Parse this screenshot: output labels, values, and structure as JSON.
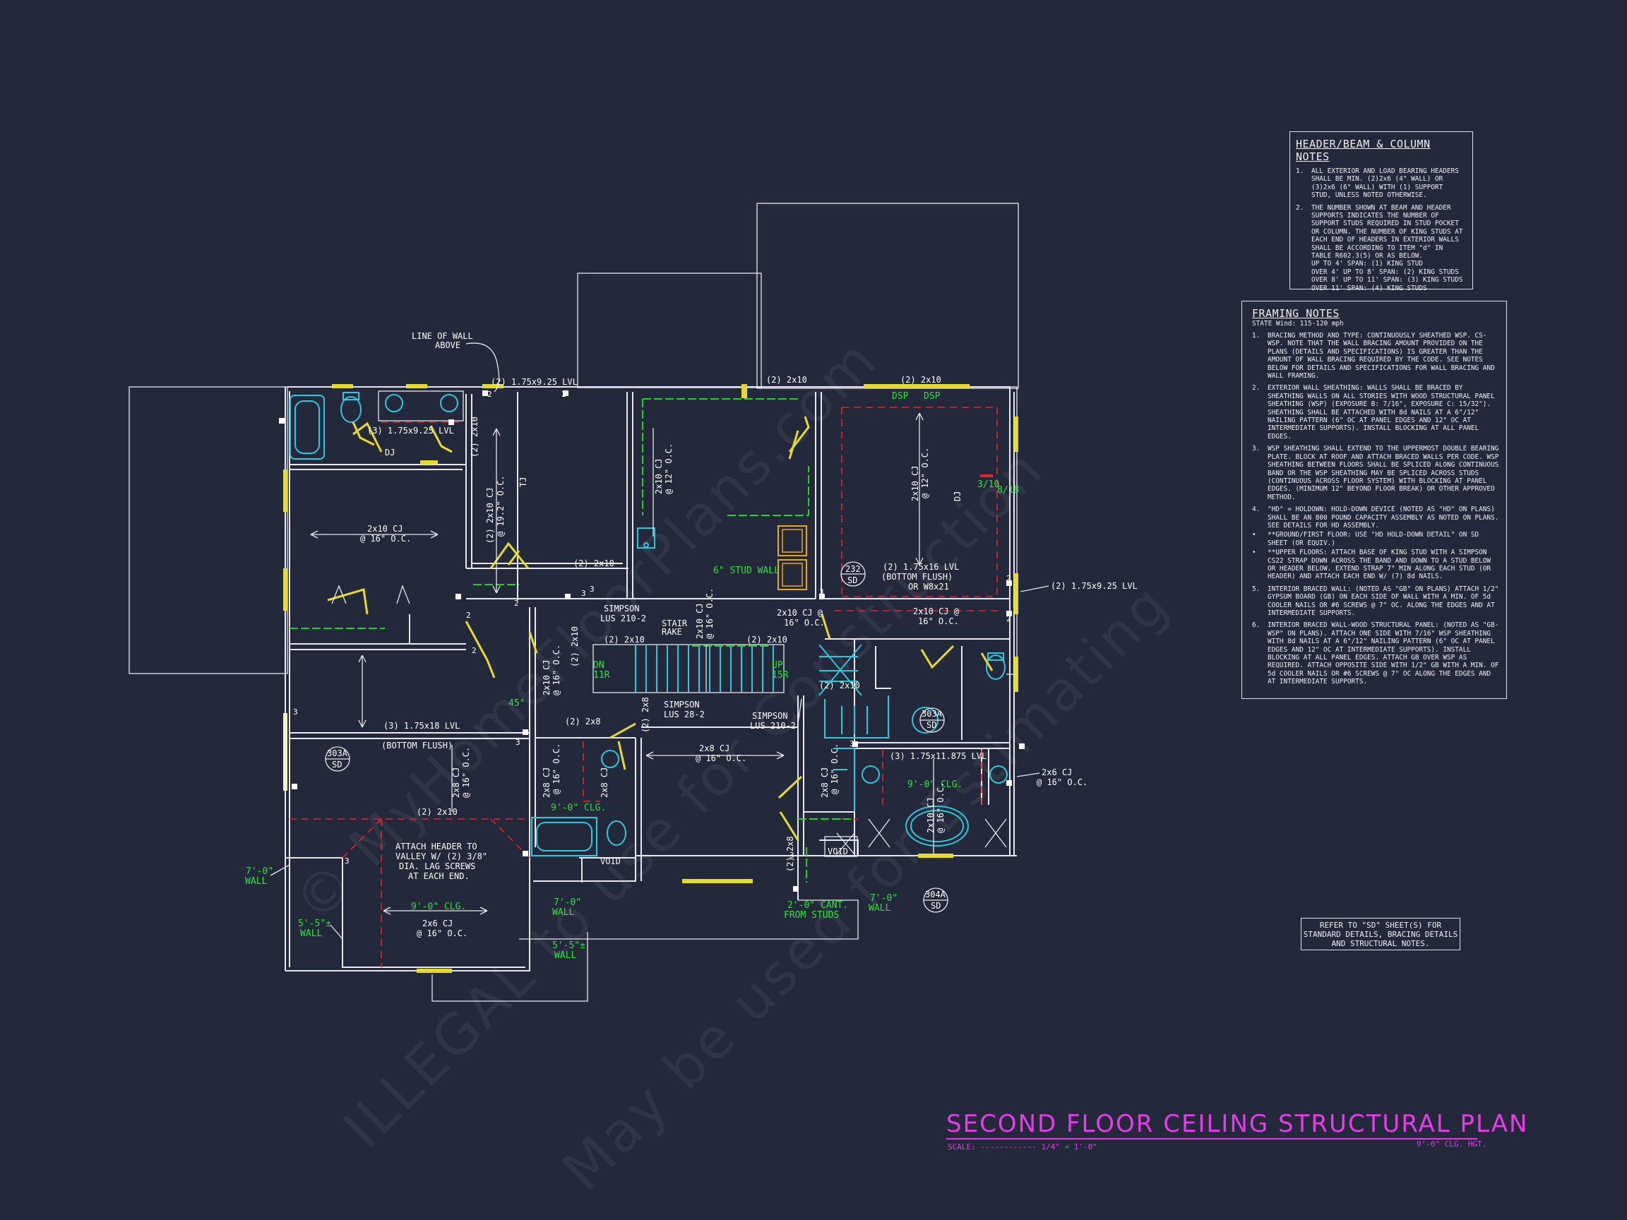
{
  "watermark": {
    "line1": "© MyHomeFloorPlans.com",
    "line2": "ILLEGAL to use for Construction",
    "line3": "May be used for Estimating"
  },
  "header_notes": {
    "title": "HEADER/BEAM & COLUMN NOTES",
    "items": [
      {
        "num": "1.",
        "text": "ALL EXTERIOR AND LOAD BEARING HEADERS SHALL BE MIN. (2)2x6 (4\" WALL) OR (3)2x6 (6\" WALL) WITH (1) SUPPORT STUD, UNLESS NOTED OTHERWISE."
      },
      {
        "num": "2.",
        "text": "THE NUMBER SHOWN AT BEAM AND HEADER SUPPORTS INDICATES THE NUMBER OF SUPPORT STUDS REQUIRED IN STUD POCKET OR COLUMN. THE NUMBER OF KING STUDS AT EACH END OF HEADERS IN EXTERIOR WALLS SHALL BE ACCORDING TO ITEM \"d\" IN TABLE R602.3(5) OR AS BELOW."
      }
    ],
    "sub_items": [
      "UP TO 4' SPAN: (1) KING STUD",
      "OVER 4' UP TO 8' SPAN: (2) KING STUDS",
      "OVER 8' UP TO 11' SPAN: (3) KING STUDS",
      "OVER 11' SPAN: (4) KING STUDS"
    ]
  },
  "framing_notes": {
    "title": "FRAMING NOTES",
    "subtitle": "STATE Wind: 115-120 mph",
    "items": [
      {
        "num": "1.",
        "text": "BRACING METHOD AND TYPE: CONTINUOUSLY SHEATHED WSP. CS-WSP. NOTE THAT THE WALL BRACING AMOUNT PROVIDED ON THE PLANS (DETAILS AND SPECIFICATIONS) IS GREATER THAN THE AMOUNT OF WALL BRACING REQUIRED BY THE CODE. SEE NOTES BELOW FOR DETAILS AND SPECIFICATIONS FOR WALL BRACING AND WALL FRAMING."
      },
      {
        "num": "2.",
        "text": "EXTERIOR WALL SHEATHING: WALLS SHALL BE BRACED BY SHEATHING WALLS ON ALL STORIES WITH WOOD STRUCTURAL PANEL SHEATHING (WSP) (EXPOSURE B: 7/16\", EXPOSURE C: 15/32\"). SHEATHING SHALL BE ATTACHED WITH 8d NAILS AT A 6\"/12\" NAILING PATTERN (6\" OC AT PANEL EDGES AND 12\" OC AT INTERMEDIATE SUPPORTS). INSTALL BLOCKING AT ALL PANEL EDGES."
      },
      {
        "num": "3.",
        "text": "WSP SHEATHING SHALL EXTEND TO THE UPPERMOST DOUBLE BEARING PLATE. BLOCK AT ROOF AND ATTACH BRACED WALLS PER CODE. WSP SHEATHING BETWEEN FLOORS SHALL BE SPLICED ALONG CONTINUOUS BAND OR THE WSP SHEATHING MAY BE SPLICED ACROSS STUDS (CONTINUOUS ACROSS FLOOR SYSTEM) WITH BLOCKING AT PANEL EDGES. (MINIMUM 12\" BEYOND FLOOR BREAK) OR OTHER APPROVED METHOD."
      },
      {
        "num": "4.",
        "text": "\"HD\" = HOLDOWN: HOLD-DOWN DEVICE (NOTED AS \"HD\" ON PLANS) SHALL BE AN 800 POUND CAPACITY ASSEMBLY AS NOTED ON PLANS. SEE DETAILS FOR HD ASSEMBLY."
      },
      {
        "num": "•",
        "text": "**GROUND/FIRST FLOOR: USE \"HD HOLD-DOWN DETAIL\" ON SD SHEET (OR EQUIV.)"
      },
      {
        "num": "•",
        "text": "**UPPER FLOORS: ATTACH BASE OF KING STUD WITH A SIMPSON CS22 STRAP DOWN ACROSS THE BAND AND DOWN TO A STUD BELOW OR HEADER BELOW. EXTEND STRAP 7\" MIN ALONG EACH STUD (OR HEADER) AND ATTACH EACH END W/ (7) 8d NAILS."
      },
      {
        "num": "5.",
        "text": "INTERIOR BRACED WALL: (NOTED AS \"GB\" ON PLANS) ATTACH 1/2\" GYPSUM BOARD (GB) ON EACH SIDE OF WALL WITH A MIN. OF 5d COOLER NAILS OR #6 SCREWS @ 7\" OC. ALONG THE EDGES AND AT INTERMEDIATE SUPPORTS."
      },
      {
        "num": "6.",
        "text": "INTERIOR BRACED WALL-WOOD STRUCTURAL PANEL: (NOTED AS \"GB-WSP\" ON PLANS). ATTACH ONE SIDE WITH 7/16\" WSP SHEATHING WITH 8d NAILS AT A 6\"/12\" NAILING PATTERN (6\" OC AT PANEL EDGES AND 12\" OC AT INTERMEDIATE SUPPORTS). INSTALL BLOCKING AT ALL PANEL EDGES. ATTACH GB OVER WSP AS REQUIRED. ATTACH OPPOSITE SIDE WITH 1/2\" GB WITH A MIN. OF 5d COOLER NAILS OR #6 SCREWS @ 7\" OC ALONG THE EDGES AND AT INTERMEDIATE SUPPORTS."
      }
    ]
  },
  "refer_note": "REFER TO \"SD\" SHEET(S) FOR STANDARD DETAILS, BRACING DETAILS AND STRUCTURAL NOTES.",
  "title_block": {
    "title": "SECOND FLOOR CEILING STRUCTURAL PLAN",
    "scale": "SCALE: ------------ 1/4\" = 1'-0\"",
    "clg_hgt": "9'-0\" CLG. HGT."
  },
  "plan_labels": {
    "line_of_wall": "LINE OF WALL",
    "above": "ABOVE",
    "lvl_top": "(2) 1.75x9.25 LVL",
    "hdr_2x10_a": "(2) 2x10",
    "hdr_2x10_b": "(2) 2x10",
    "dsp1": "DSP",
    "dsp2": "DSP",
    "lvl_bath": "(3) 1.75x9.25 LVL",
    "dj1": "DJ",
    "hdr_2x10_vert": "(2) 2x10",
    "cj_vert_a": "(2) 2x10 CJ",
    "cj_vert_a2": "@ 19.2\" O.C.",
    "tj": "TJ",
    "cj_left": "2x10 CJ",
    "cj_left2": "@ 16\" O.C.",
    "cj_closet": "2x10 CJ",
    "cj_closet2": "@ 12\" O.C.",
    "cj_bed3": "2x10 CJ",
    "cj_bed3b": "@ 12\" O.C.",
    "dj2": "DJ",
    "s310": "3/10",
    "s818": "8/18",
    "stud_wall": "6\" STUD WALL",
    "lvl_bed3": "(2) 1.75x16 LVL",
    "lvl_bed3b": "(BOTTOM FLUSH)",
    "lvl_bed3c": "OR W8x21",
    "ref232": "232",
    "sd1": "SD",
    "lvl_right": "(2) 1.75x9.25 LVL",
    "hdr_2x10_c": "(2) 2x10",
    "simpson1": "SIMPSON",
    "simpson1b": "LUS 210-2",
    "stair_rake": "STAIR",
    "stair_rake2": "RAKE",
    "cj_hall": "2x10 CJ",
    "cj_hall2": "@ 16\" O.C.",
    "cj_right": "2x10 CJ @",
    "cj_right2": "16\" O.C.",
    "hdr_2x10_d": "(2) 2x10",
    "hdr_2x10_e": "(2) 2x10",
    "dn": "DN",
    "dn11": "11R",
    "up": "UP",
    "up15": "15R",
    "deg45": "45°",
    "cj_mid": "2x10 CJ",
    "cj_mid2": "@ 16\" O.C.",
    "hdr_2x10_f": "(2) 2x10",
    "hdr_2x10_g": "(2) 2x10",
    "simpson2": "SIMPSON",
    "simpson2b": "LUS 28-2",
    "simpson3": "SIMPSON",
    "simpson3b": "LUS 210-2",
    "lvl_mid": "(3) 1.75x18 LVL",
    "lvl_mid2": "(BOTTOM FLUSH)",
    "ref303a": "303A",
    "sd2": "SD",
    "hdr_2x8": "(2) 2x8",
    "hdr_2x8b": "(2) 2x8",
    "hdr_2x8c": "(2) 2x8",
    "cj_2x8_a": "2x8 CJ",
    "cj_2x8_a2": "@ 16\" O.C.",
    "cj_2x8_b": "2x8 CJ",
    "cj_2x8_b2": "@ 16\" O.C.",
    "cj_2x8_c": "2x8 CJ",
    "cj_2x8_c2": "@ 16\" O.C.",
    "cj_2x8_d": "2x8 CJ",
    "cj_2x8_d2": "@ 16\" O.C.",
    "lvl_mbath": "(3) 1.75x11.875 LVL",
    "ref303a2": "303A",
    "sd3": "SD",
    "cj_2x6": "2x6 CJ",
    "cj_2x6b": "@ 16\" O.C.",
    "clg9a": "9'-0\" CLG.",
    "clg9b": "9'-0\" CLG.",
    "cj_tub": "2x10 CJ",
    "cj_tub2": "@ 16\" O.C.",
    "hdr_2x10_h": "(2) 2x10",
    "attach1": "ATTACH HEADER TO",
    "attach2": "VALLEY W/ (2) 3/8\"",
    "attach3": "DIA. LAG SCREWS",
    "attach4": "AT EACH END.",
    "void1": "VOID",
    "void2": "VOID",
    "wall7a": "7'-0\"",
    "wall7a2": "WALL",
    "wall7b": "7'-0\"",
    "wall7b2": "WALL",
    "wall7c": "7'-0\"",
    "wall7c2": "WALL",
    "wall55a": "5'-5\"±",
    "wall55a2": "WALL",
    "wall55b": "5'-5\"±",
    "wall55b2": "WALL",
    "clg9c": "9'-0\" CLG.",
    "cj_2x6c": "2x6 CJ",
    "cj_2x6c2": "@ 16\" O.C.",
    "cant1": "2'-0\" CANT.",
    "cant2": "FROM STUDS",
    "ref304a": "304A",
    "sd4": "SD",
    "hdr_2x8_mb": "(2) 2x8"
  }
}
